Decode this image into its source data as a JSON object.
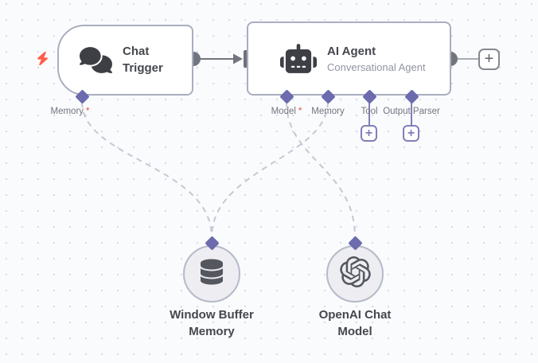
{
  "canvas": {
    "app": "n8n workflow editor",
    "colors": {
      "background": "#fafbfd",
      "grid_dot": "#d8dbe7",
      "node_border": "#a9aec0",
      "port_accent": "#6b6bad",
      "required_red": "#e84e42",
      "edge_dashed_gray": "#c5c8d3",
      "connector_gray": "#72757e",
      "trigger_bolt_red": "#ff5d49",
      "icon_dark": "#3d3f45"
    }
  },
  "icons": {
    "trigger_indicator": "lightning-bolt",
    "chat_trigger": "chat-bubbles",
    "ai_agent": "robot",
    "window_buffer_memory": "database-cylinders",
    "openai_chat_model": "openai-logo",
    "add": "plus-in-rounded-square"
  },
  "plus": "+",
  "trigger_node": {
    "title": "Chat Trigger",
    "port": {
      "label": "Memory",
      "required": "*"
    }
  },
  "agent_node": {
    "title": "AI Agent",
    "subtitle": "Conversational Agent",
    "ports": [
      {
        "label": "Model",
        "required": "*"
      },
      {
        "label": "Memory"
      },
      {
        "label": "Tool"
      },
      {
        "label": "Output Parser"
      }
    ]
  },
  "memory_node": {
    "title": "Window Buffer Memory"
  },
  "model_node": {
    "title": "OpenAI Chat Model"
  }
}
